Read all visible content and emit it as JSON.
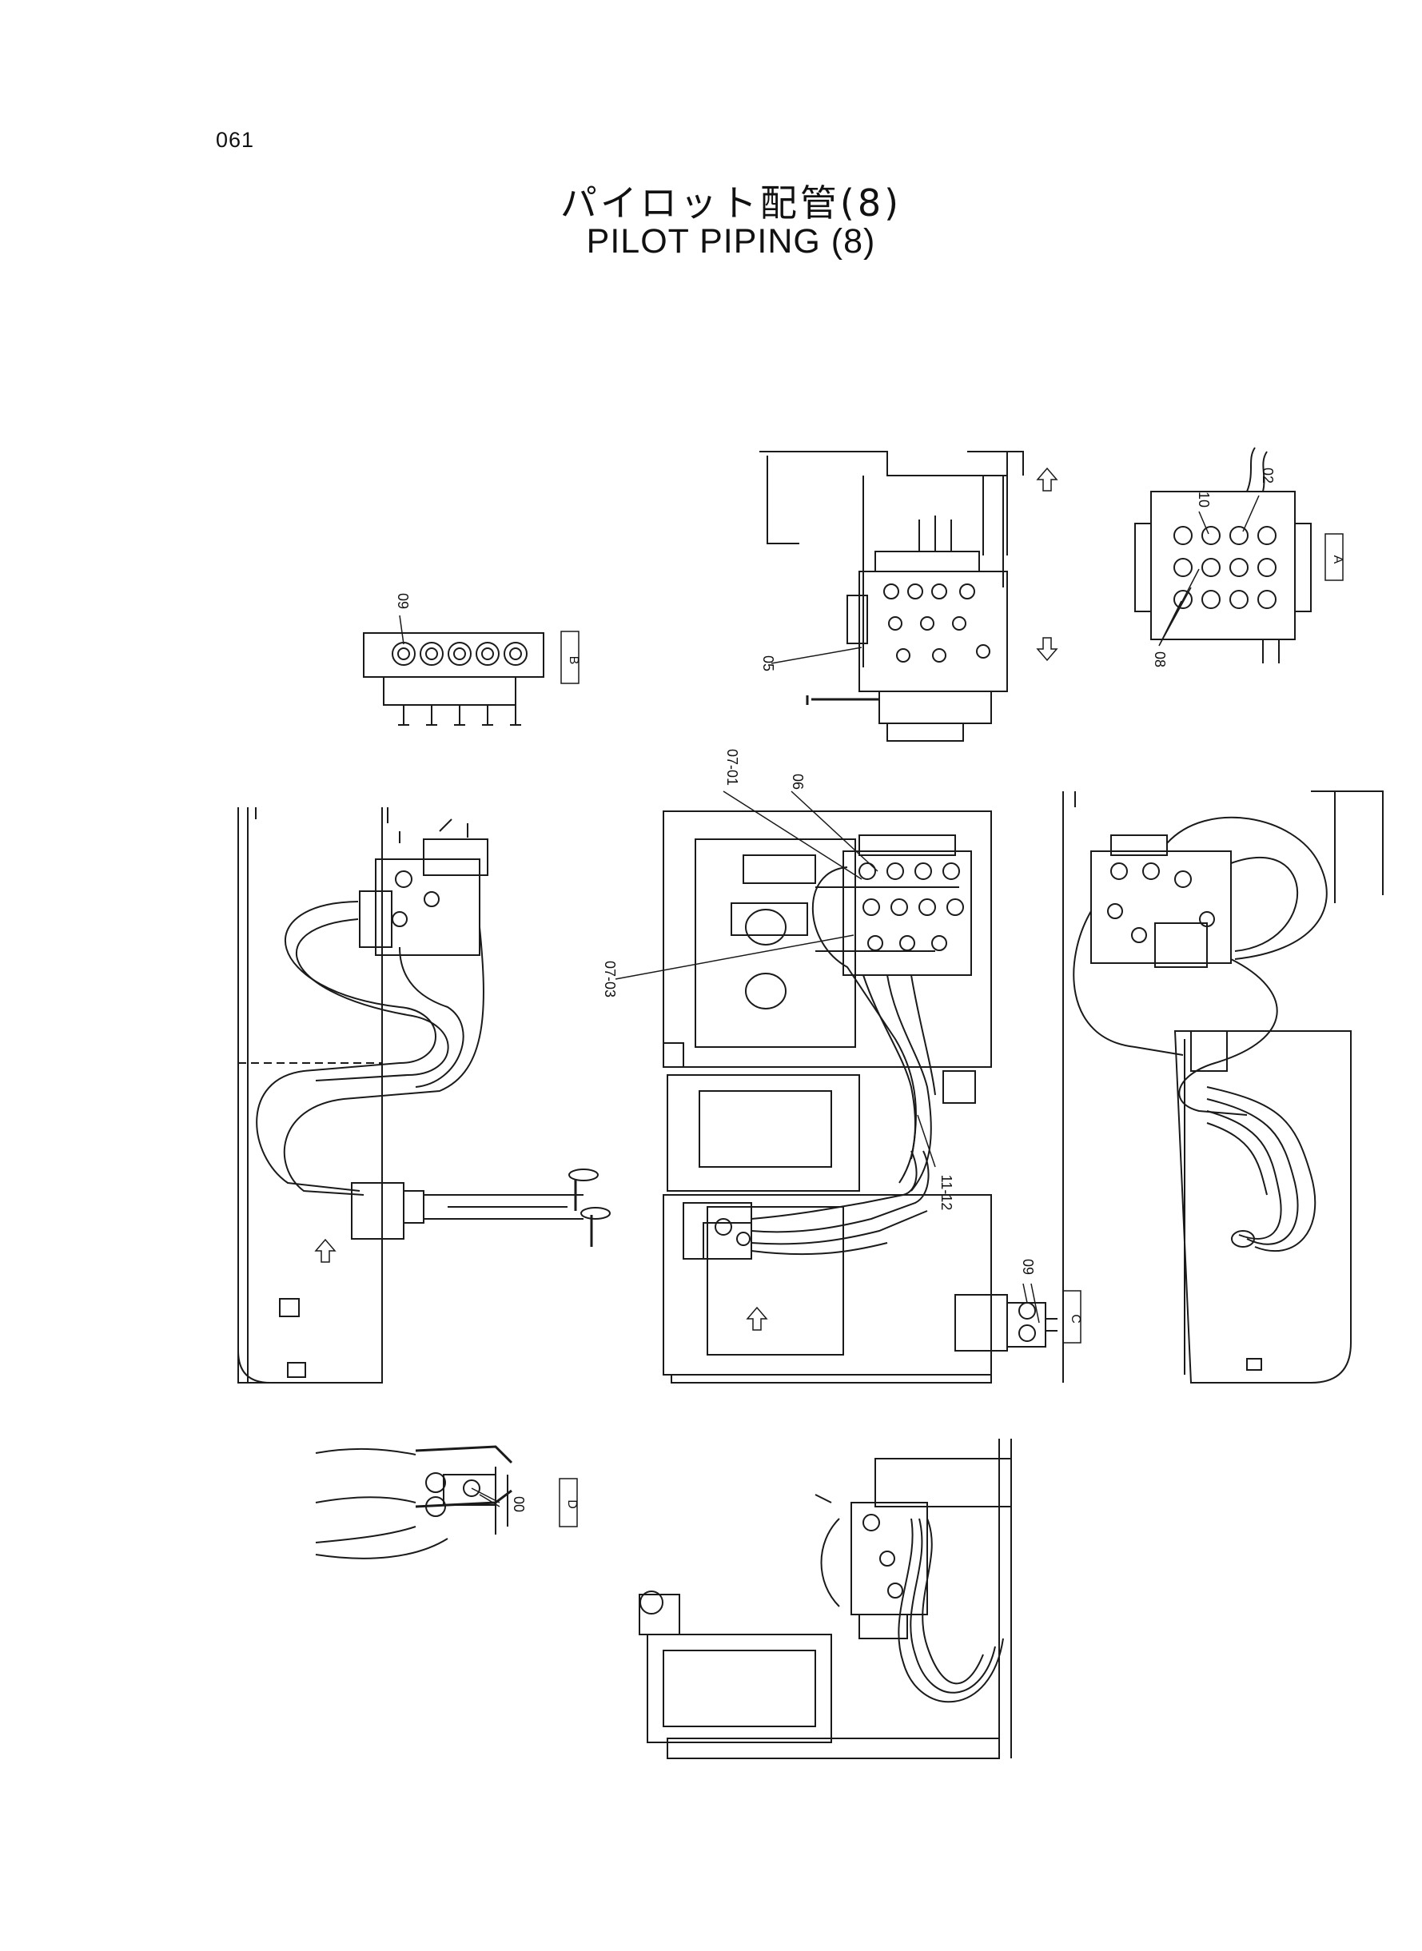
{
  "header": {
    "page_number": "061",
    "title_jp": "パイロット配管(8)",
    "title_en": "PILOT  PIPING (8)"
  },
  "views": {
    "A": "A",
    "B": "B",
    "C": "C",
    "D": "D"
  },
  "callouts": {
    "c01": "09",
    "c02": "10",
    "c03": "02",
    "c04": "08",
    "c05": "05",
    "c06": "07-01",
    "c07": "06",
    "c08": "07-03",
    "c09": "11-12",
    "c10": "09",
    "c11": "00"
  },
  "colors": {
    "line": "#1a1a1a",
    "paper": "#ffffff"
  }
}
